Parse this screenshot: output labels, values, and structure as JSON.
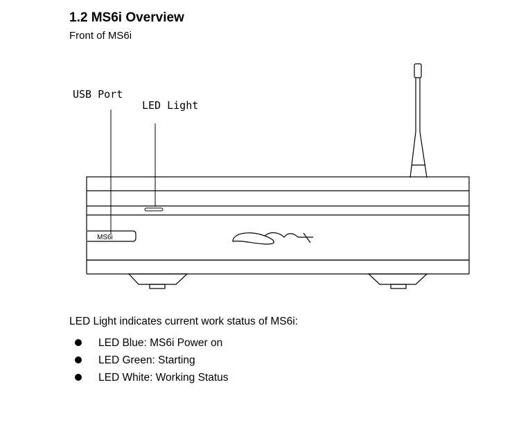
{
  "section": {
    "heading": "1.2 MS6i Overview",
    "subheading": "Front of MS6i"
  },
  "figure": {
    "usb_label": "USB Port",
    "led_label": "LED Light",
    "panel_badge": "MS6i"
  },
  "description": {
    "intro": "LED Light indicates current work status of MS6i:",
    "statuses": [
      {
        "text": "LED Blue: MS6i Power on"
      },
      {
        "text": "LED Green: Starting"
      },
      {
        "text": "LED White: Working Status"
      }
    ]
  }
}
